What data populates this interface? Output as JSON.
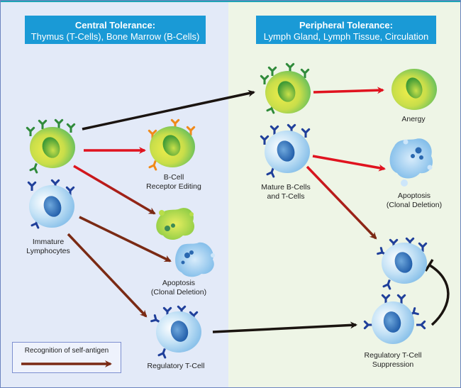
{
  "panels": {
    "central": {
      "title": "Central Tolerance:",
      "subtitle": "Thymus (T-Cells), Bone Marrow (B-Cells)",
      "background": "#e3eaf8"
    },
    "peripheral": {
      "title": "Peripheral Tolerance:",
      "subtitle": "Lymph Gland, Lymph Tissue, Circulation",
      "background": "#eef5e6"
    }
  },
  "labels": {
    "receptor_editing_1": "B-Cell",
    "receptor_editing_2": "Receptor Editing",
    "immature_1": "Immature",
    "immature_2": "Lymphocytes",
    "apoptosis_left_1": "Apoptosis",
    "apoptosis_left_2": "(Clonal Deletion)",
    "regulatory_left": "Regulatory T-Cell",
    "anergy": "Anergy",
    "mature_1": "Mature B-Cells",
    "mature_2": "and T-Cells",
    "apoptosis_right_1": "Apoptosis",
    "apoptosis_right_2": "(Clonal Deletion)",
    "suppression_1": "Regulatory T-Cell",
    "suppression_2": "Suppression"
  },
  "legend": {
    "text": "Recognition of self-antigen"
  },
  "colors": {
    "header": "#1a9ad6",
    "border": "#1fa3b5",
    "red_arrow": "#e0131f",
    "dark_arrow": "#7a2a14",
    "black_arrow": "#1a1410",
    "green_receptor": "#2f8a3a",
    "orange_receptor": "#f08a1a",
    "blue_receptor": "#1f3f9a"
  }
}
